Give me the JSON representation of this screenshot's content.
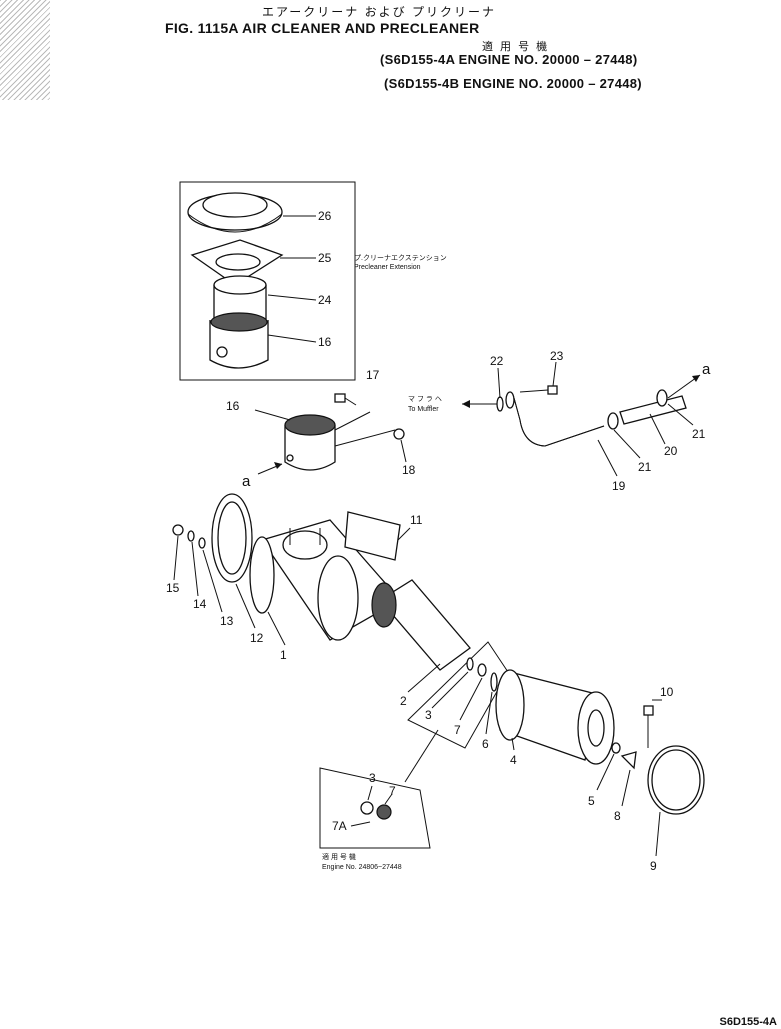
{
  "header": {
    "jp_title": "エアークリーナ および プリクリーナ",
    "fig_title": "FIG. 1115A  AIR CLEANER AND PRECLEANER",
    "jp_applicable": "適 用 号 機",
    "line_a": "(S6D155-4A  ENGINE NO. 20000 – 27448)",
    "line_b": "(S6D155-4B  ENGINE NO. 20000 – 27448)"
  },
  "inset_top": {
    "jp_caption": "プ.クリーナエクステンション",
    "caption": "Precleaner  Extension",
    "labels": [
      "26",
      "25",
      "24",
      "16"
    ]
  },
  "muffler": {
    "jp": "マ フ ラ ヘ",
    "text": "To  Muffler"
  },
  "inset_bottom": {
    "jp": "適 用 号 機",
    "text": "Engine  No.  24806~27448",
    "labels": [
      "3",
      "7",
      "7A"
    ]
  },
  "callouts": [
    "17",
    "16",
    "18",
    "22",
    "23",
    "21",
    "20",
    "21",
    "19",
    "11",
    "15",
    "14",
    "13",
    "12",
    "1",
    "2",
    "3",
    "7",
    "6",
    "4",
    "10",
    "5",
    "8",
    "9"
  ],
  "arrow_marks": [
    "a",
    "a"
  ],
  "footer": "S6D155-4A"
}
